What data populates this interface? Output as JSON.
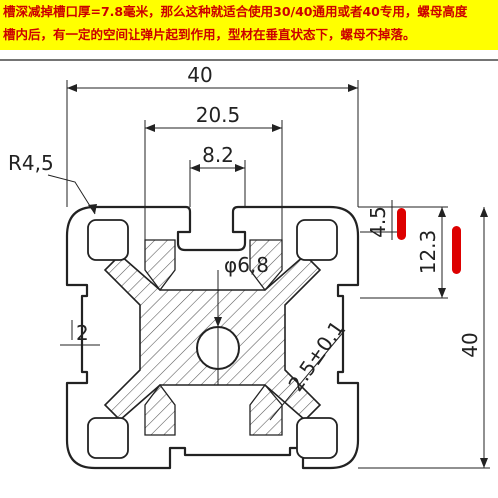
{
  "banner": {
    "line1": "槽深减掉槽口厚=7.8毫米，那么这种就适合使用30/40通用或者40专用，螺母高度",
    "line2": "槽内后，有一定的空间让弹片起到作用，型材在垂直状态下，螺母不掉落。",
    "background": "#ffff00",
    "text_color": "#cc0000"
  },
  "dimensions": {
    "width_40": "40",
    "slot_20_5": "20.5",
    "opening_8_2": "8.2",
    "radius": "R4,5",
    "hole": "φ6,8",
    "lip_4_5": "4.5",
    "depth_12_3": "12.3",
    "height_40": "40",
    "wall_2": "2",
    "rib_2_5": "2.5±0.1"
  },
  "colors": {
    "marker": "#dd0000",
    "line": "#222222"
  }
}
